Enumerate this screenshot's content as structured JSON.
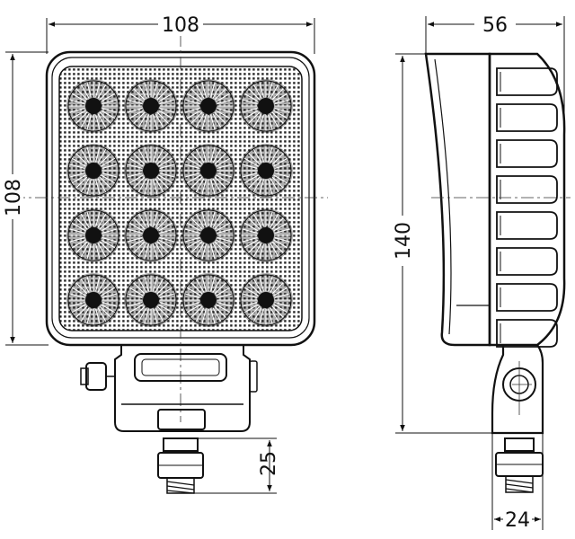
{
  "dimensions": {
    "front_width": "108",
    "front_height": "108",
    "side_depth": "56",
    "side_height": "140",
    "bolt_length": "25",
    "bracket_width": "24"
  },
  "led_grid": {
    "rows": 4,
    "cols": 4
  }
}
